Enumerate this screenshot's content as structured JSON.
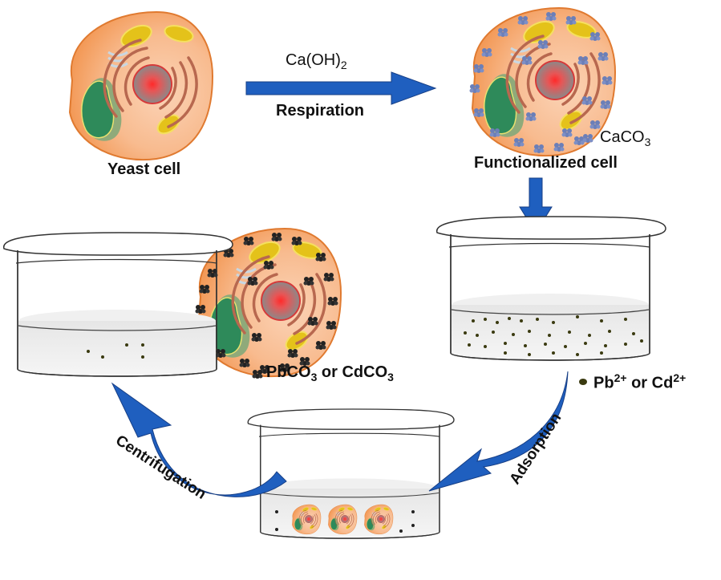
{
  "diagram": {
    "title": "Yeast cell functionalization and heavy metal adsorption process",
    "colors": {
      "arrow": "#1f5fbf",
      "arrow_dark": "#173f86",
      "cell_outer": "#f4a165",
      "cell_inner": "#f9c9a8",
      "cell_border": "#e07a30",
      "nucleus": "#8a8a8a",
      "nucleus_core": "#ff2a2a",
      "er": "#b8684f",
      "vacuole": "#2e8a5a",
      "mitochondria": "#e4c21a",
      "caco3": "#6b7fb8",
      "pbco3": "#222222",
      "ion": "#3a3a10"
    },
    "nodes": {
      "yeast_cell": {
        "label": "Yeast cell"
      },
      "functionalized_cell": {
        "label": "Functionalized cell"
      },
      "adsorbed_cell": {
        "label": ""
      },
      "beaker_ions": {
        "label": ""
      },
      "beaker_mixture": {
        "label": ""
      },
      "beaker_clean": {
        "label": ""
      }
    },
    "arrows": {
      "top": {
        "above": "Ca(OH)",
        "above_sub": "2",
        "below": "Respiration"
      },
      "adsorption": {
        "label": "Adsorption"
      },
      "centrifugation": {
        "label": "Centrifugation"
      }
    },
    "legends": {
      "caco3": {
        "text": "CaCO",
        "sub": "3"
      },
      "pbco3": {
        "text1": "PbCO",
        "sub1": "3",
        "mid": " or CdCO",
        "sub2": "3"
      },
      "ions": {
        "text1": "Pb",
        "sup1": "2+",
        "mid": " or Cd",
        "sup2": "2+"
      }
    }
  }
}
